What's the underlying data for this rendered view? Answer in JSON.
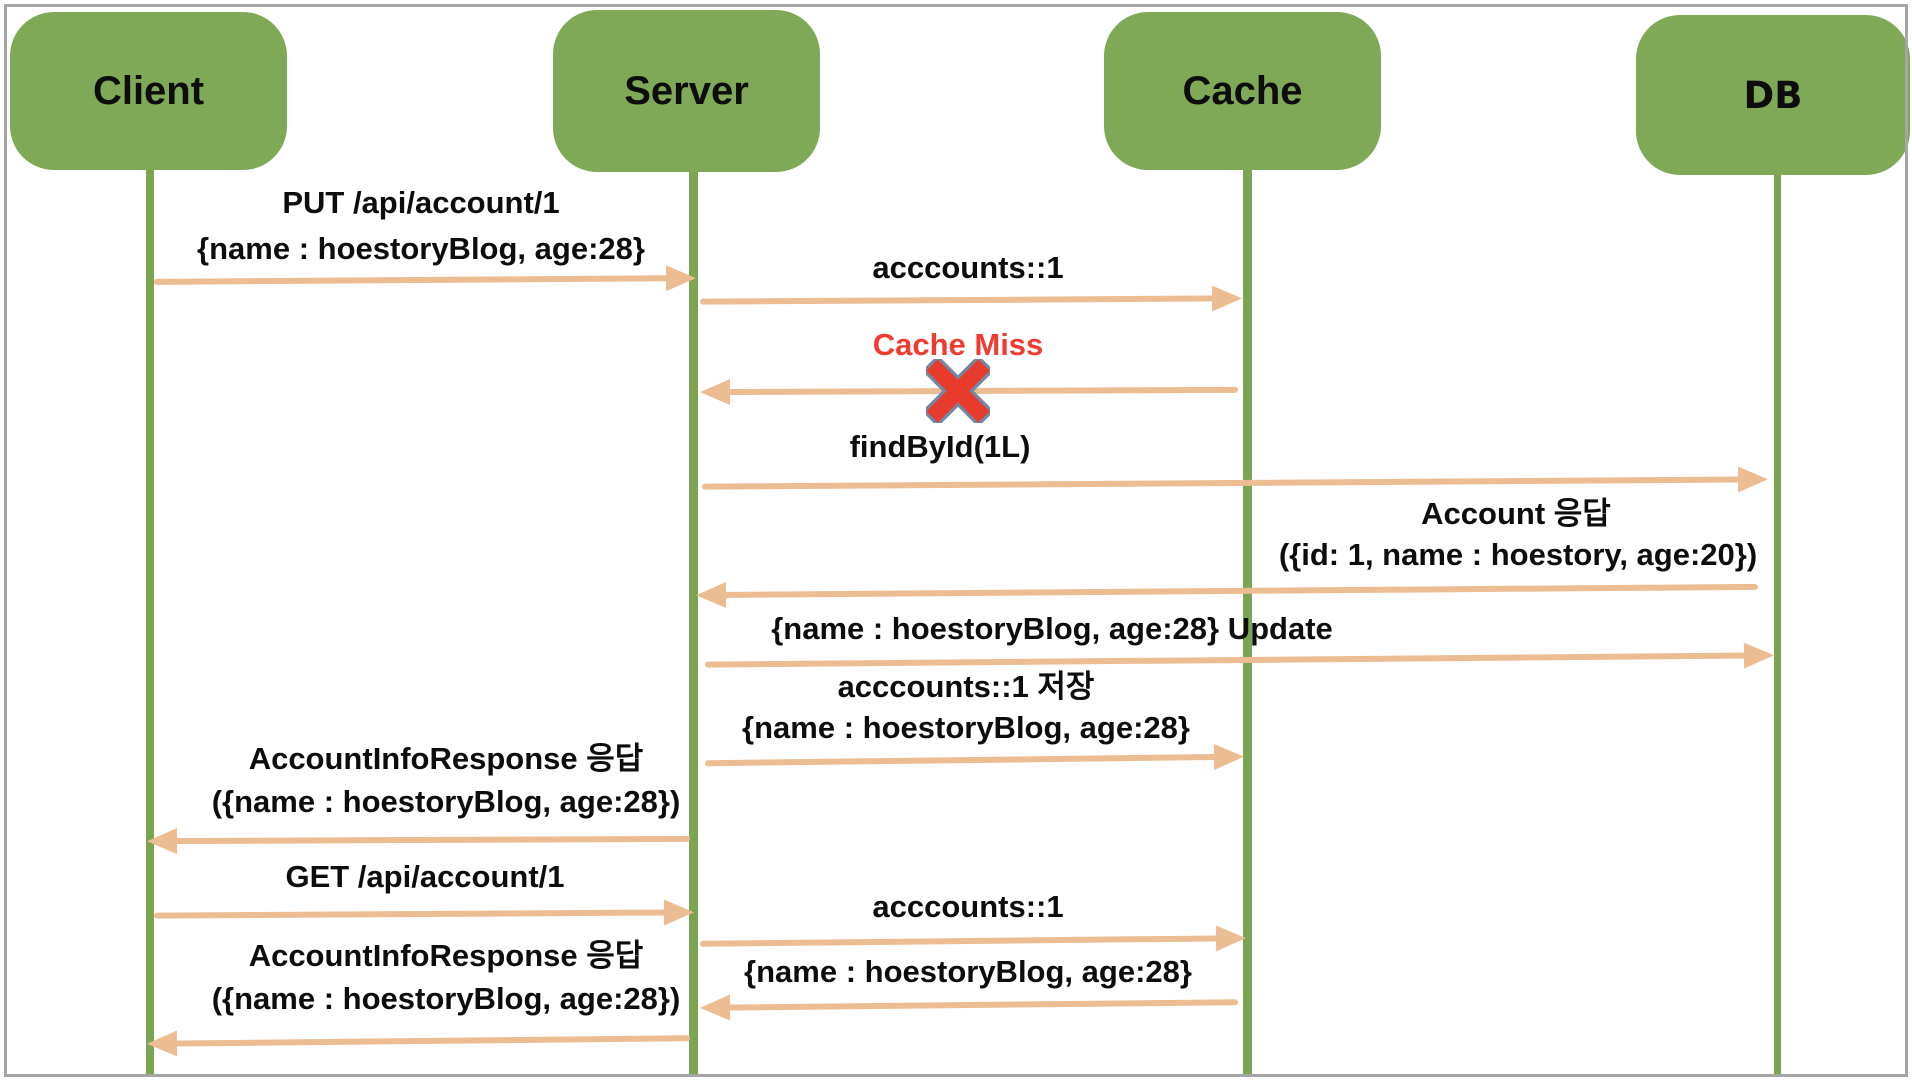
{
  "diagram": {
    "type": "sequence",
    "actors": [
      {
        "id": "client",
        "label": "Client"
      },
      {
        "id": "server",
        "label": "Server"
      },
      {
        "id": "cache",
        "label": "Cache"
      },
      {
        "id": "db",
        "label": "DB"
      }
    ],
    "messages": [
      {
        "from": "client",
        "to": "server",
        "label_lines": [
          "PUT /api/account/1",
          "{name : hoestoryBlog, age:28}"
        ]
      },
      {
        "from": "server",
        "to": "cache",
        "label_lines": [
          "acccounts::1"
        ]
      },
      {
        "from": "cache",
        "to": "server",
        "label_lines": [
          "Cache Miss"
        ],
        "status": "failure",
        "marker": "x-mark"
      },
      {
        "from": "server",
        "to": "db",
        "label_lines": [
          "findById(1L)"
        ]
      },
      {
        "from": "db",
        "to": "server",
        "label_lines": [
          "Account 응답",
          "({id: 1, name : hoestory, age:20})"
        ]
      },
      {
        "from": "server",
        "to": "db",
        "label_lines": [
          "{name : hoestoryBlog, age:28} Update"
        ]
      },
      {
        "from": "server",
        "to": "cache",
        "label_lines": [
          "acccounts::1 저장",
          "{name : hoestoryBlog, age:28}"
        ]
      },
      {
        "from": "server",
        "to": "client",
        "label_lines": [
          "AccountInfoResponse 응답",
          "({name : hoestoryBlog, age:28})"
        ]
      },
      {
        "from": "client",
        "to": "server",
        "label_lines": [
          "GET /api/account/1"
        ]
      },
      {
        "from": "server",
        "to": "cache",
        "label_lines": [
          "acccounts::1"
        ]
      },
      {
        "from": "cache",
        "to": "server",
        "label_lines": [
          "{name : hoestoryBlog, age:28}"
        ]
      },
      {
        "from": "server",
        "to": "client",
        "label_lines": [
          "AccountInfoResponse 응답",
          "({name : hoestoryBlog, age:28})"
        ]
      }
    ],
    "colors": {
      "actor_fill": "#7FA857",
      "lifeline": "#7CA453",
      "arrow": "#ECBD92",
      "error_text": "#F23B30",
      "x_mark_fill": "#E73B2C",
      "x_mark_outline": "#7188A8",
      "label_text": "#0D0D0D",
      "frame_border": "#A6A6A6"
    }
  }
}
